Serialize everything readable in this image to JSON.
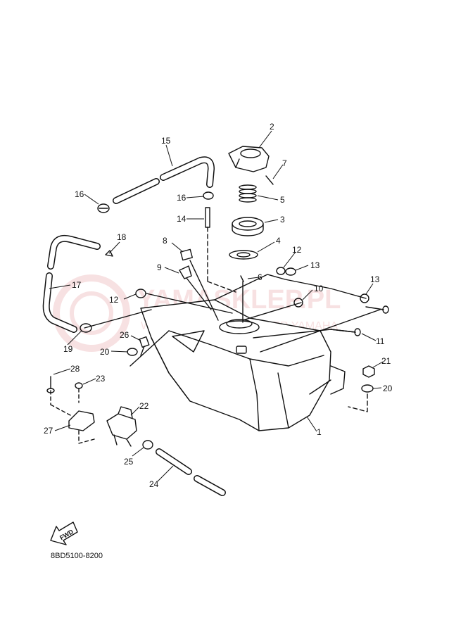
{
  "diagram": {
    "callouts": [
      {
        "id": "c1",
        "label": "1"
      },
      {
        "id": "c2",
        "label": "2"
      },
      {
        "id": "c3",
        "label": "3"
      },
      {
        "id": "c4",
        "label": "4"
      },
      {
        "id": "c5",
        "label": "5"
      },
      {
        "id": "c6",
        "label": "6"
      },
      {
        "id": "c7",
        "label": "7"
      },
      {
        "id": "c8",
        "label": "8"
      },
      {
        "id": "c9",
        "label": "9"
      },
      {
        "id": "c10",
        "label": "10"
      },
      {
        "id": "c11",
        "label": "11"
      },
      {
        "id": "c12a",
        "label": "12"
      },
      {
        "id": "c12b",
        "label": "12"
      },
      {
        "id": "c13a",
        "label": "13"
      },
      {
        "id": "c13b",
        "label": "13"
      },
      {
        "id": "c14",
        "label": "14"
      },
      {
        "id": "c15",
        "label": "15"
      },
      {
        "id": "c16a",
        "label": "16"
      },
      {
        "id": "c16b",
        "label": "16"
      },
      {
        "id": "c17",
        "label": "17"
      },
      {
        "id": "c18",
        "label": "18"
      },
      {
        "id": "c19",
        "label": "19"
      },
      {
        "id": "c20a",
        "label": "20"
      },
      {
        "id": "c20b",
        "label": "20"
      },
      {
        "id": "c21",
        "label": "21"
      },
      {
        "id": "c22",
        "label": "22"
      },
      {
        "id": "c23",
        "label": "23"
      },
      {
        "id": "c24",
        "label": "24"
      },
      {
        "id": "c25",
        "label": "25"
      },
      {
        "id": "c26",
        "label": "26"
      },
      {
        "id": "c27",
        "label": "27"
      },
      {
        "id": "c28",
        "label": "28"
      }
    ],
    "fwd_label": "FWD",
    "diagram_code": "8BD5100-8200"
  },
  "watermark": {
    "brand": "YAMASKLEP.PL",
    "tagline": "WOJCIECH SKLEP DEALER YAMAHA",
    "color": "#f2c9cc"
  }
}
